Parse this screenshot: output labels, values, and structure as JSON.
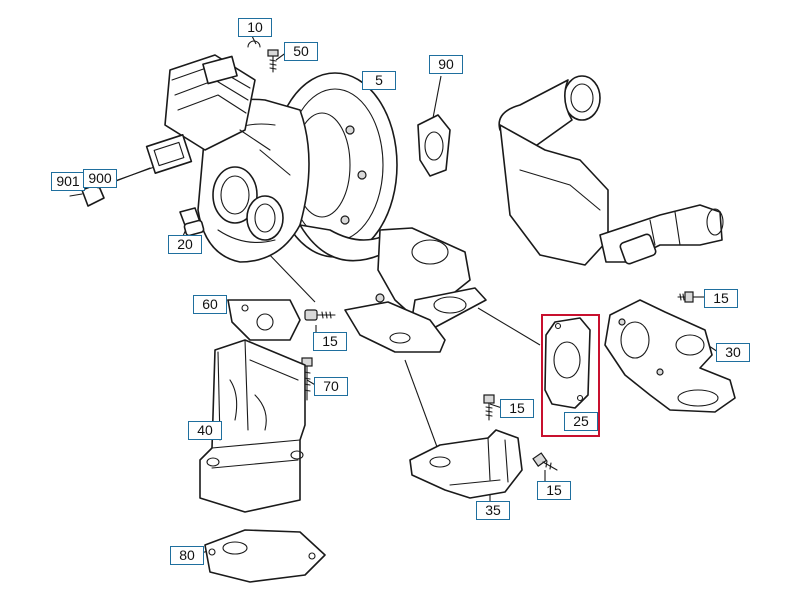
{
  "callouts": {
    "c10": "10",
    "c50": "50",
    "c5": "5",
    "c90": "90",
    "c901": "901",
    "c900": "900",
    "c20": "20",
    "c60": "60",
    "c15a": "15",
    "c15b": "15",
    "c15c": "15",
    "c15d": "15",
    "c30": "30",
    "c70": "70",
    "c40": "40",
    "c25": "25",
    "c35": "35",
    "c80": "80"
  },
  "colors": {
    "callout_border": "#1f6f9e",
    "highlight_border": "#c8102e",
    "line": "#1a1a1a"
  }
}
